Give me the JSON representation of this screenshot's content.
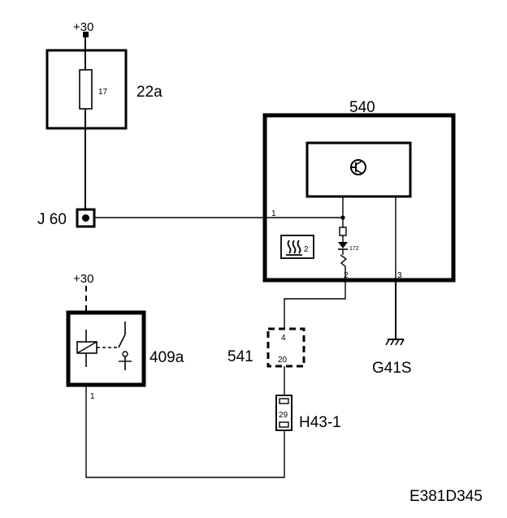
{
  "labels": {
    "supply_top": "+30",
    "fuse_num": "17",
    "fuse_block": "22a",
    "connector_j": "J 60",
    "module": "540",
    "module_pin1": "1",
    "module_pin2": "2",
    "module_pin3": "3",
    "heater_label": "172",
    "supply_relay": "+30",
    "relay": "409a",
    "relay_pin1": "1",
    "connector_541": "541",
    "conn541_pin_top": "4",
    "conn541_pin_bottom": "20",
    "connector_h": "H43-1",
    "h_pin": "29",
    "ground": "G41S",
    "diagram_id": "E381D345"
  }
}
